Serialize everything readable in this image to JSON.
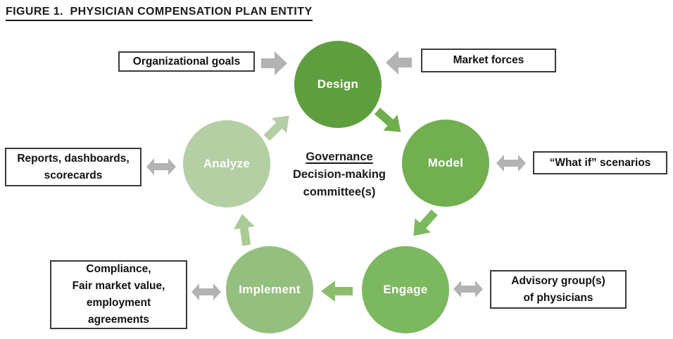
{
  "title": "FIGURE 1.  PHYSICIAN COMPENSATION PLAN ENTITY",
  "center": {
    "heading": "Governance",
    "body": "Decision-making\ncommittee(s)"
  },
  "circles": {
    "design": {
      "label": "Design",
      "color": "#5f9e3f"
    },
    "model": {
      "label": "Model",
      "color": "#71af51"
    },
    "engage": {
      "label": "Engage",
      "color": "#7cb85f"
    },
    "implement": {
      "label": "Implement",
      "color": "#95bf7f"
    },
    "analyze": {
      "label": "Analyze",
      "color": "#b3cfa3"
    }
  },
  "boxes": {
    "organizational_goals": {
      "label": "Organizational goals"
    },
    "market_forces": {
      "label": "Market forces"
    },
    "what_if": {
      "label": "“What if” scenarios"
    },
    "advisory_group": {
      "label": "Advisory group(s)\nof physicians"
    },
    "compliance": {
      "label": "Compliance,\nFair market value,\nemployment\nagreements"
    },
    "reports": {
      "label": "Reports, dashboards,\nscorecards"
    }
  },
  "arrow_colors": {
    "gray": "#b3b3b3",
    "analyze_to_design": "#b3cfa3",
    "design_to_model": "#6fae4d",
    "model_to_engage": "#7db95e",
    "engage_to_implement": "#8cbd6b",
    "implement_to_analyze": "#a9cb95"
  }
}
